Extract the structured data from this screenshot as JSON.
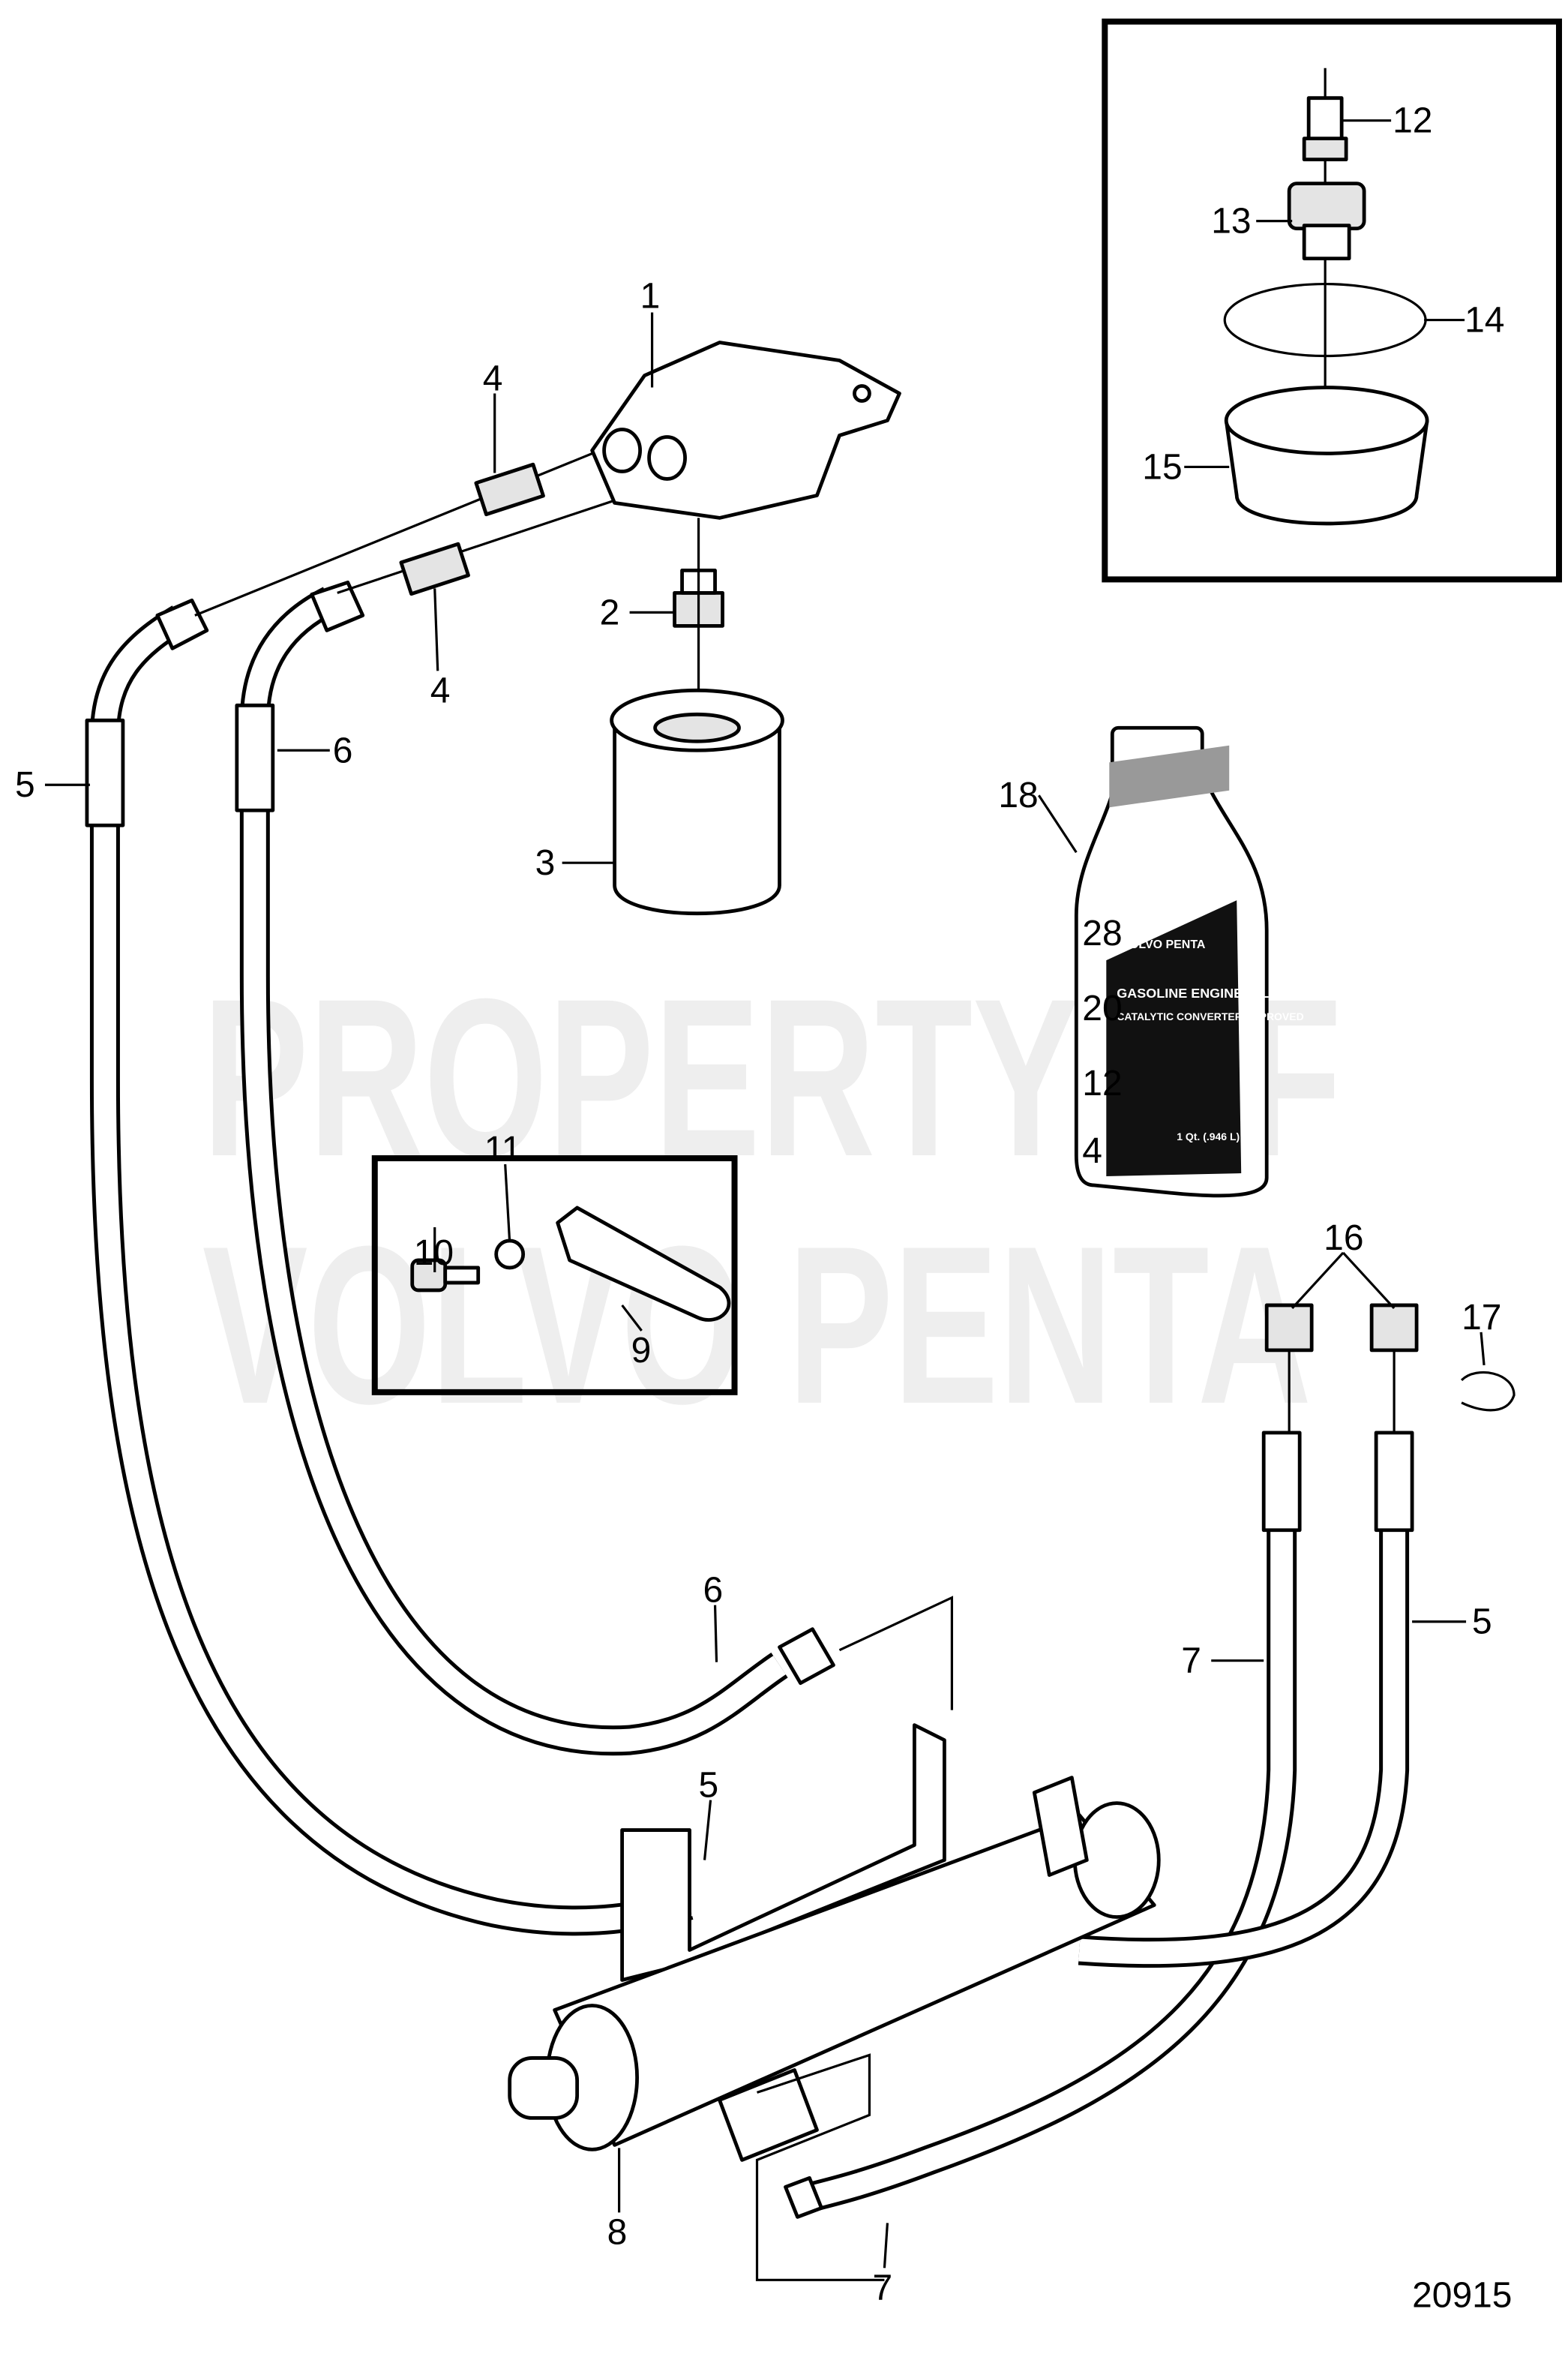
{
  "watermark": {
    "line1": "PROPERTY OF",
    "line2": "VOLVO PENTA"
  },
  "figure_number": "20915",
  "bottle_label": {
    "brand": "VOLVO PENTA",
    "product": "GASOLINE ENGINE OIL",
    "subtitle": "CATALYTIC CONVERTER APPROVED",
    "volume": "1 Qt. (.946 L)",
    "scale": [
      "28",
      "20",
      "12",
      "4"
    ]
  },
  "callouts": {
    "c1": "1",
    "c2": "2",
    "c3": "3",
    "c4a": "4",
    "c4b": "4",
    "c5a": "5",
    "c5b": "5",
    "c5c": "5",
    "c6a": "6",
    "c6b": "6",
    "c7a": "7",
    "c7b": "7",
    "c8": "8",
    "c9": "9",
    "c10": "10",
    "c11": "11",
    "c12": "12",
    "c13": "13",
    "c14": "14",
    "c15": "15",
    "c16": "16",
    "c17": "17",
    "c18": "18"
  }
}
